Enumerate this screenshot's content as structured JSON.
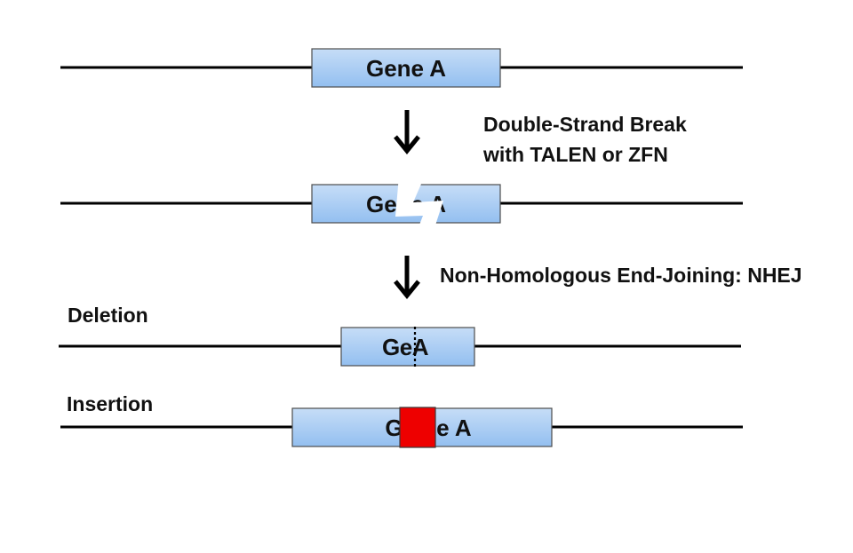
{
  "rows": {
    "original": {
      "gene_label": "Gene A"
    },
    "broken": {
      "gene_label": "Gene A"
    },
    "deletion": {
      "outcome_label": "Deletion",
      "gene_label": "GeA"
    },
    "insertion": {
      "outcome_label": "Insertion",
      "gene_label": "Ge ne A"
    }
  },
  "steps": {
    "break": {
      "line1": "Double-Strand Break",
      "line2": "with TALEN or ZFN"
    },
    "nhej": {
      "line1": "Non-Homologous End-Joining: NHEJ"
    }
  },
  "colors": {
    "gene_fill_top": "#c6ddf7",
    "gene_fill_bottom": "#93bff0",
    "insert_red": "#ee0000",
    "dna_line": "#000000"
  }
}
